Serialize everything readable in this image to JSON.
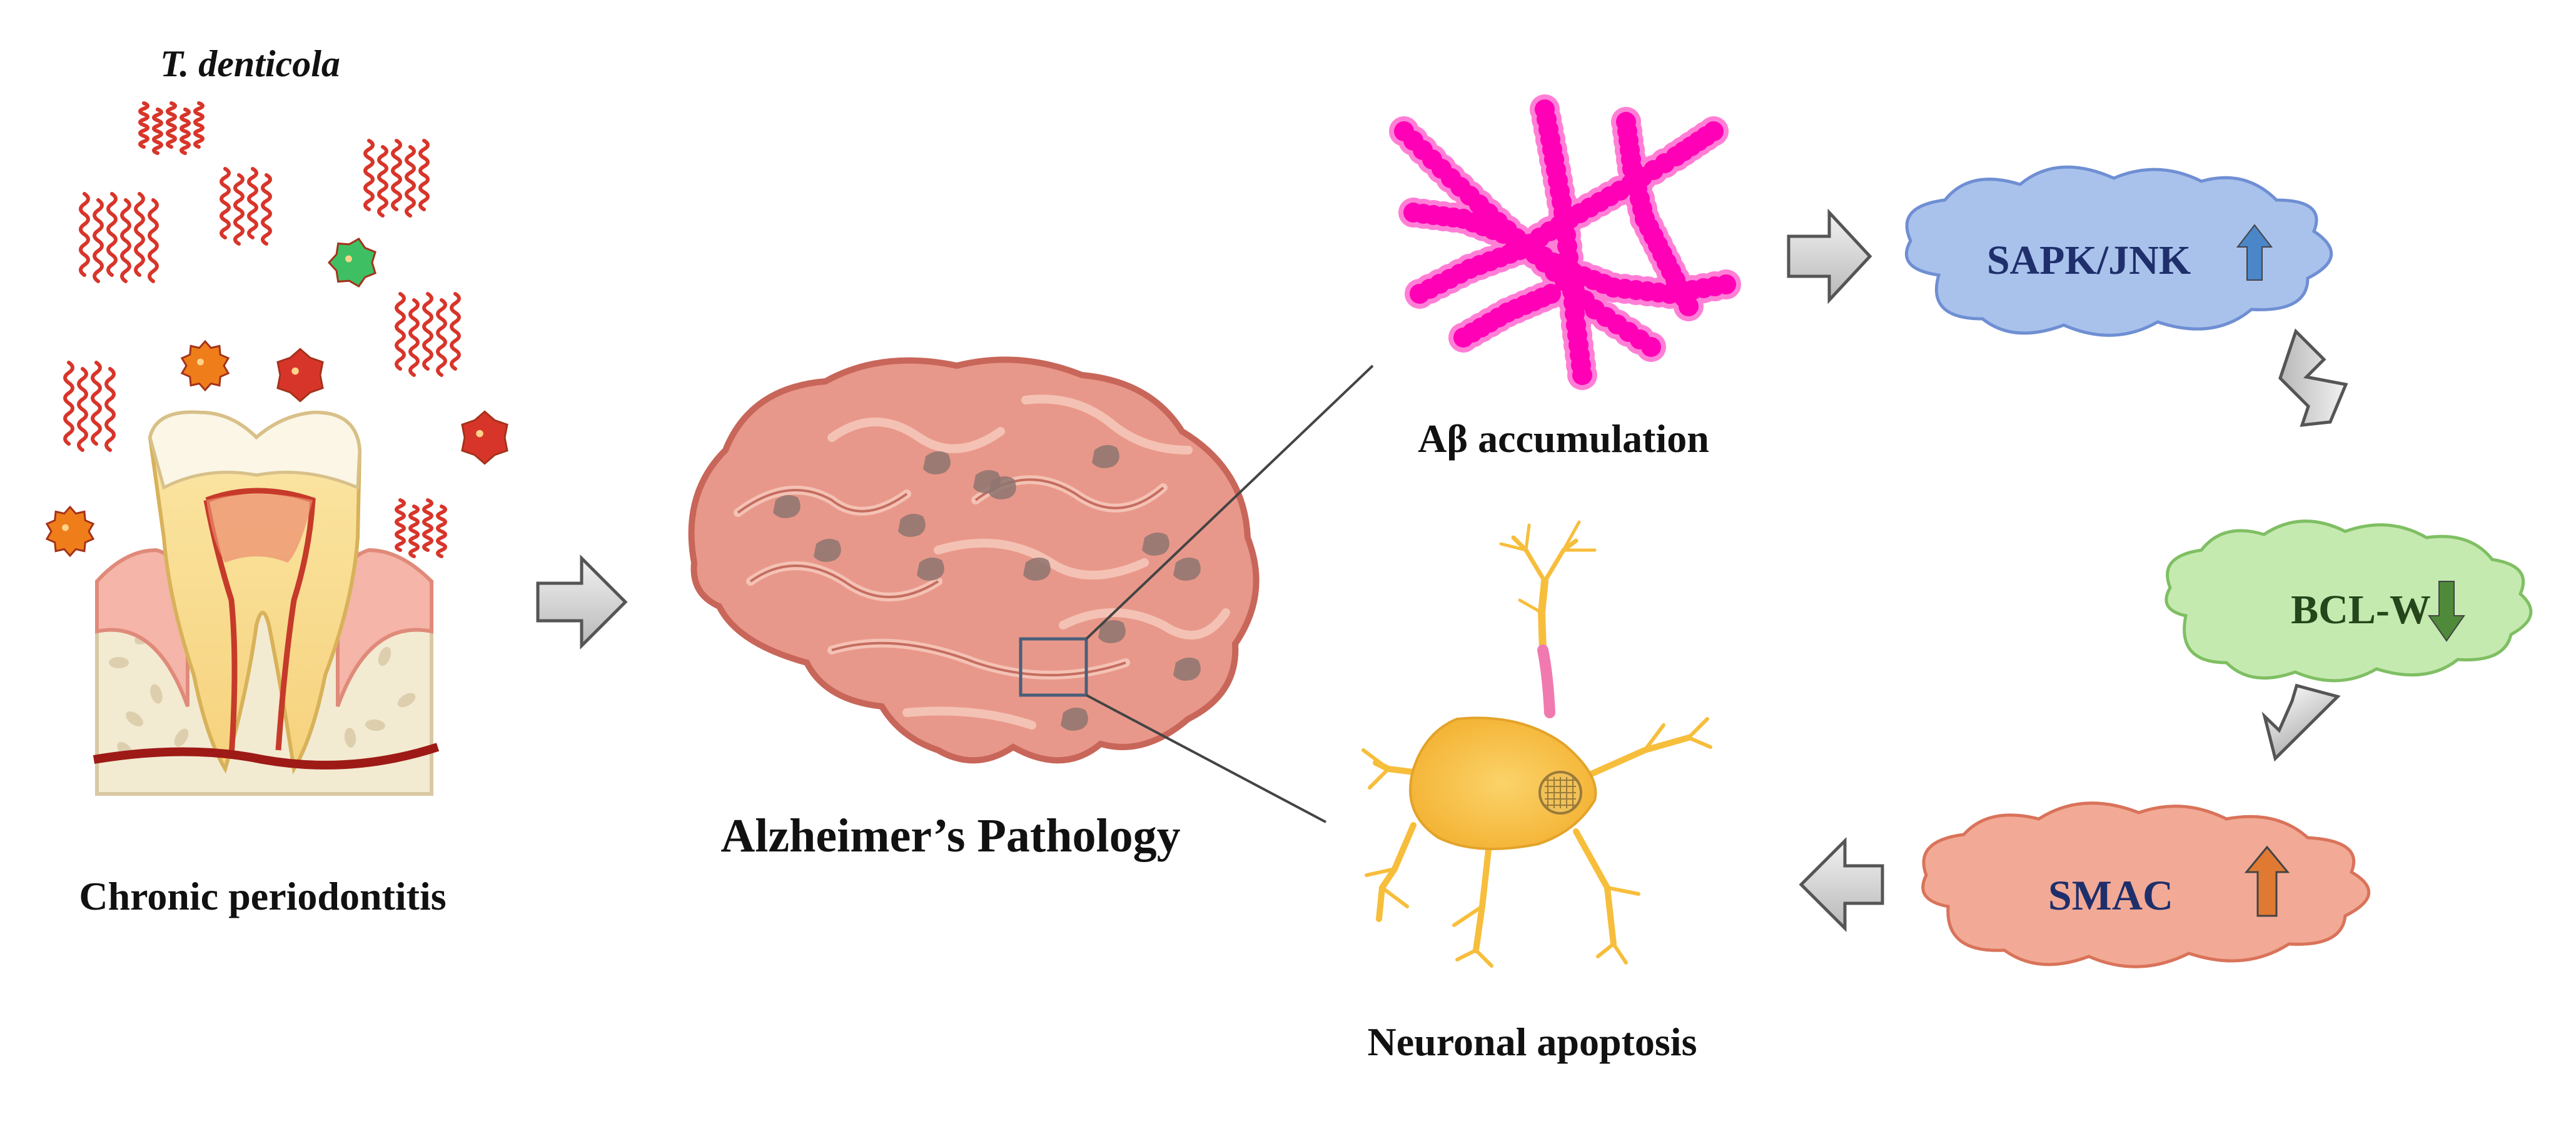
{
  "labels": {
    "bacteria": "T. denticola",
    "periodontitis": "Chronic periodontitis",
    "alzheimers": "Alzheimer’s Pathology",
    "abeta": "Aβ accumulation",
    "apoptosis": "Neuronal apoptosis"
  },
  "clouds": {
    "sapk": {
      "label": "SAPK/JNK",
      "direction": "up",
      "fill": "#a9c2ec",
      "stroke": "#6f8fd3",
      "text_color": "#1f2f6b",
      "arrow_color": "#4a86c8"
    },
    "bcl": {
      "label": "BCL-W",
      "direction": "down",
      "fill": "#c5eab0",
      "stroke": "#7fbf63",
      "text_color": "#25461b",
      "arrow_color": "#4f8a3a"
    },
    "smac": {
      "label": "SMAC",
      "direction": "up",
      "fill": "#f2aa96",
      "stroke": "#d9735a",
      "text_color": "#1f2f6b",
      "arrow_color": "#e07a33"
    }
  },
  "colors": {
    "bacteria_red": "#d8352a",
    "bacteria_orange": "#ef7d1a",
    "bacteria_green": "#3fbf63",
    "brain_fill": "#e8988a",
    "brain_stroke": "#c8665a",
    "plaque": "#8e7470",
    "abeta_pink": "#ff00b7",
    "neuron": "#f7be3c",
    "flow_arrow": "#c4c4c4"
  }
}
